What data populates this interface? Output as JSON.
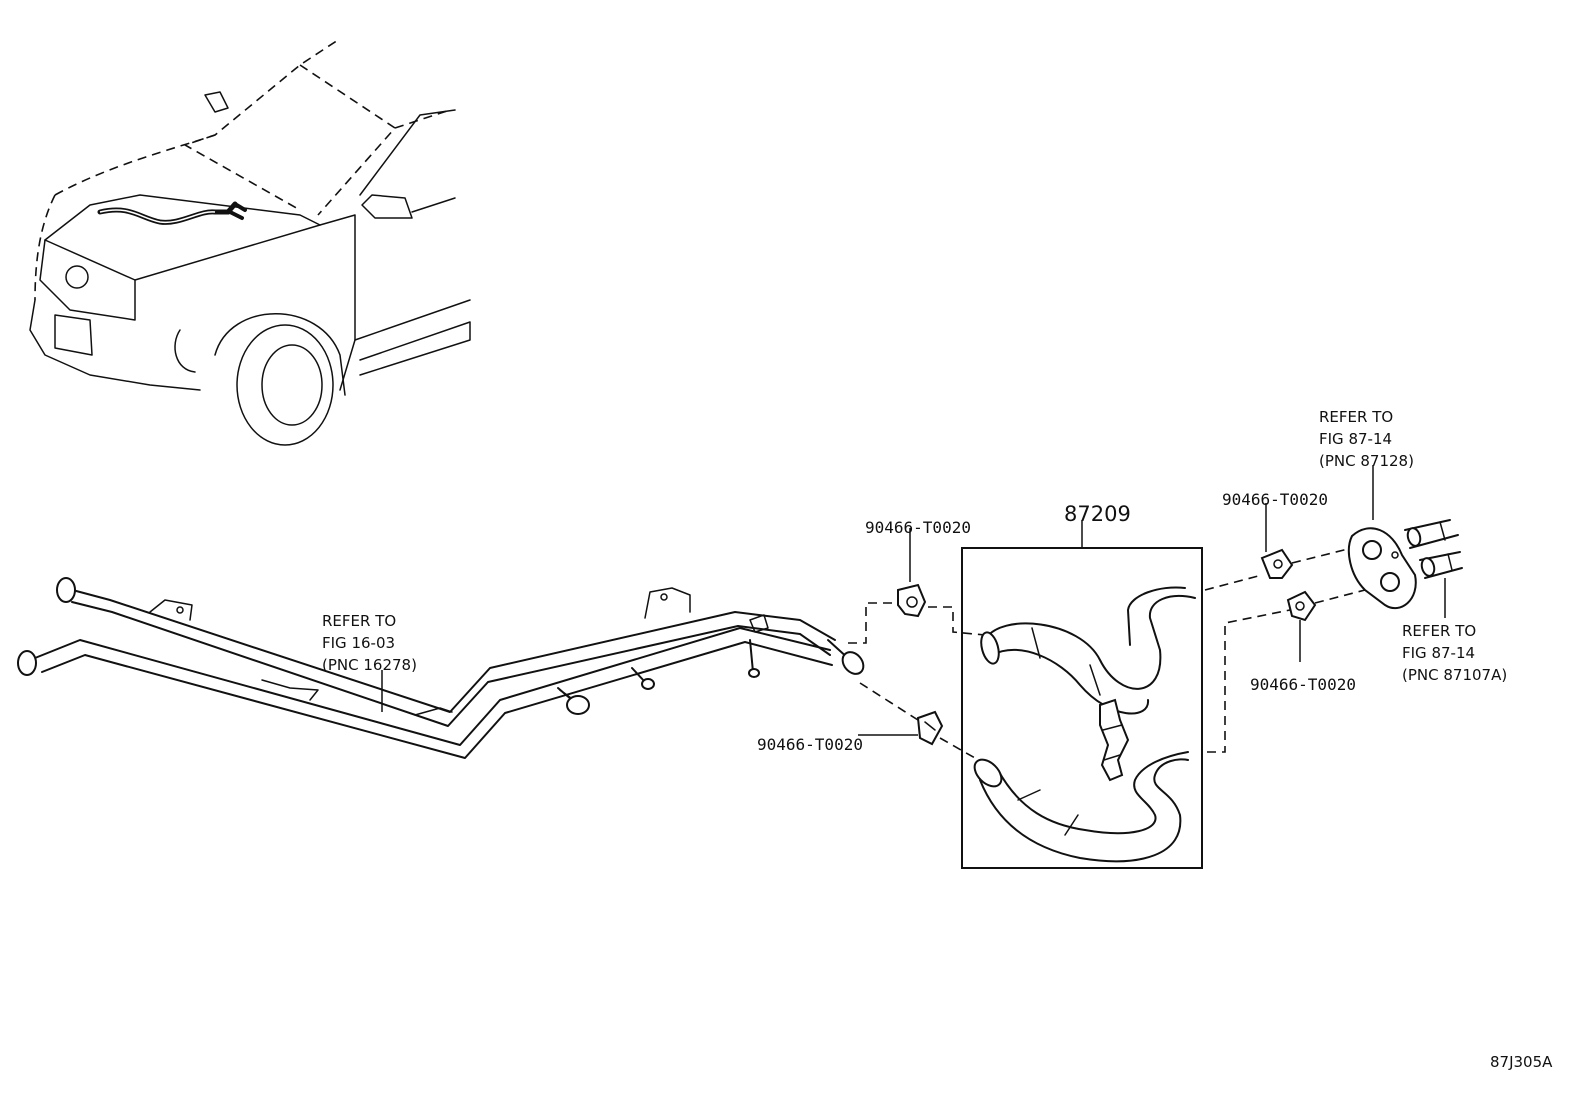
{
  "figure_code": "87J305A",
  "assembly": {
    "part_number": "87209"
  },
  "clips": [
    {
      "part_number": "90466-T0020"
    },
    {
      "part_number": "90466-T0020"
    },
    {
      "part_number": "90466-T0020"
    },
    {
      "part_number": "90466-T0020"
    }
  ],
  "references": {
    "pipe": [
      "REFER TO",
      "FIG 16-03",
      "(PNC 16278)"
    ],
    "upper_right": [
      "REFER TO",
      "FIG 87-14",
      "(PNC 87128)"
    ],
    "lower_right": [
      "REFER TO",
      "FIG 87-14",
      "(PNC 87107A)"
    ]
  }
}
